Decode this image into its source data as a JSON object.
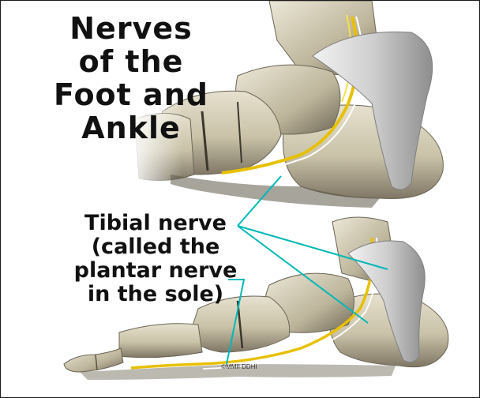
{
  "title": {
    "lines": [
      "Nerves",
      "of the",
      "Foot and",
      "Ankle"
    ]
  },
  "label": {
    "lines": [
      "Tibial nerve",
      "(called the",
      "plantar nerve",
      "in the sole)"
    ]
  },
  "copyright": "©MMII DDHI",
  "colors": {
    "bone": "#cfc8b0",
    "bone_shadow": "#7a7262",
    "ligament": "#d9d9d9",
    "nerve": "#e8c000",
    "pointer_line": "#00b8b8",
    "text": "#111111"
  }
}
